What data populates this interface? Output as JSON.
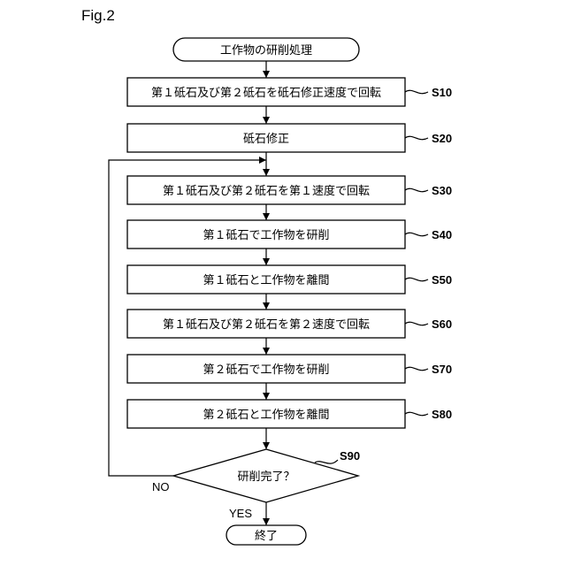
{
  "figure_label": "Fig.2",
  "start": "工作物の研削処理",
  "end": "終了",
  "steps": [
    {
      "id": "S10",
      "text": "第１砥石及び第２砥石を砥石修正速度で回転"
    },
    {
      "id": "S20",
      "text": "砥石修正"
    },
    {
      "id": "S30",
      "text": "第１砥石及び第２砥石を第１速度で回転"
    },
    {
      "id": "S40",
      "text": "第１砥石で工作物を研削"
    },
    {
      "id": "S50",
      "text": "第１砥石と工作物を離間"
    },
    {
      "id": "S60",
      "text": "第１砥石及び第２砥石を第２速度で回転"
    },
    {
      "id": "S70",
      "text": "第２砥石で工作物を研削"
    },
    {
      "id": "S80",
      "text": "第２砥石と工作物を離間"
    }
  ],
  "decision": {
    "id": "S90",
    "text": "研削完了？",
    "no_label": "NO",
    "yes_label": "YES"
  }
}
